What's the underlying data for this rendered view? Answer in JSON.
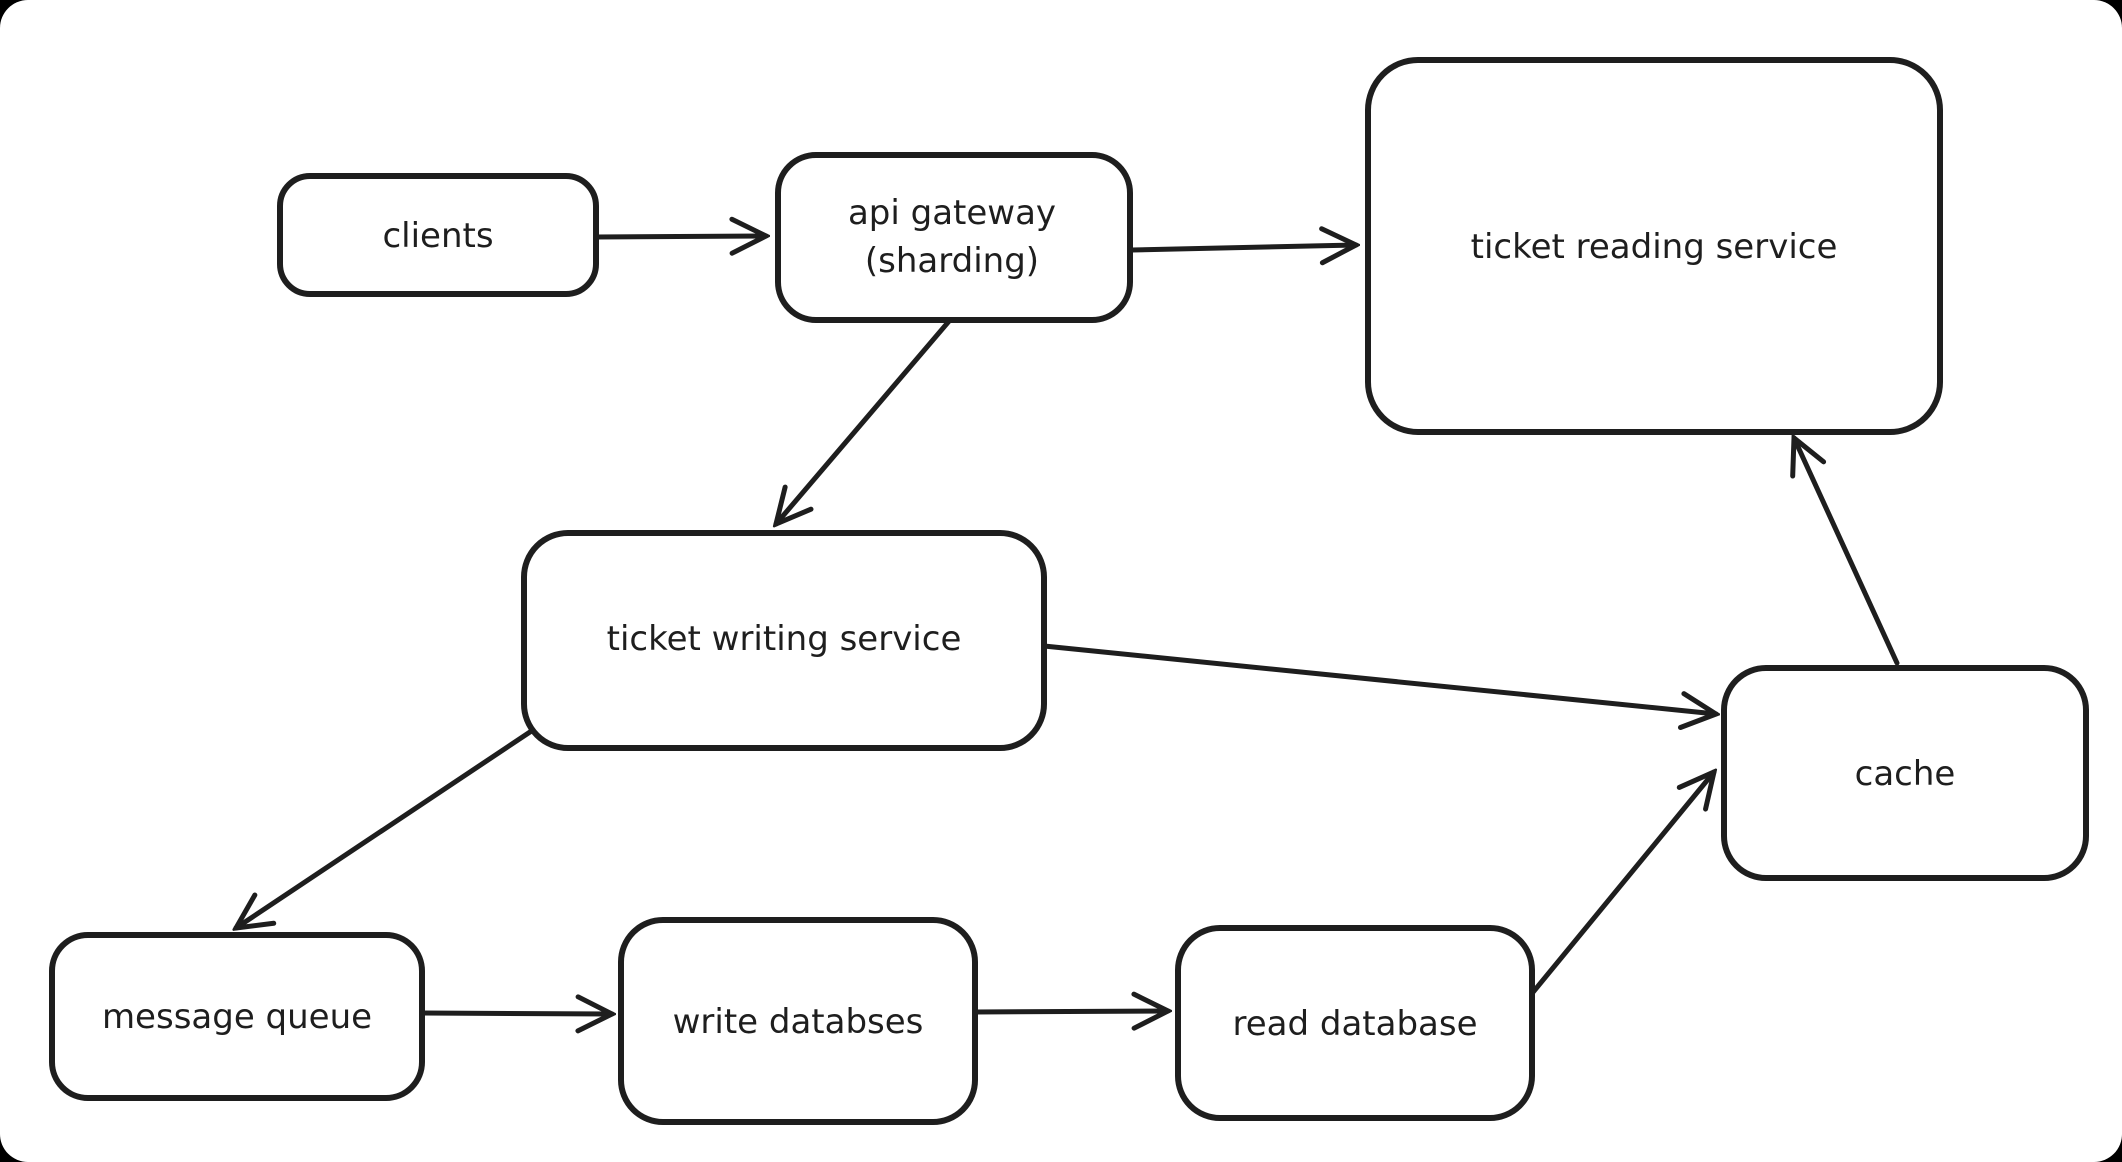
{
  "canvas": {
    "background": "#ffffff",
    "outer_background": "#000000",
    "stroke_color": "#1e1e1e",
    "style": "hand-drawn-whiteboard"
  },
  "diagram": {
    "nodes": [
      {
        "id": "clients",
        "label": "clients"
      },
      {
        "id": "api-gateway",
        "label": "api gateway (sharding)",
        "lines": [
          "api gateway",
          "(sharding)"
        ]
      },
      {
        "id": "ticket-reading-service",
        "label": "ticket reading service"
      },
      {
        "id": "ticket-writing-service",
        "label": "ticket writing service"
      },
      {
        "id": "cache",
        "label": "cache"
      },
      {
        "id": "message-queue",
        "label": "message queue"
      },
      {
        "id": "write-databses",
        "label": "write databses"
      },
      {
        "id": "read-database",
        "label": "read database"
      }
    ],
    "edges": [
      {
        "from": "clients",
        "to": "api gateway (sharding)"
      },
      {
        "from": "api gateway (sharding)",
        "to": "ticket reading service"
      },
      {
        "from": "api gateway (sharding)",
        "to": "ticket writing service"
      },
      {
        "from": "ticket writing service",
        "to": "cache"
      },
      {
        "from": "ticket writing service",
        "to": "message queue"
      },
      {
        "from": "message queue",
        "to": "write databses"
      },
      {
        "from": "write databses",
        "to": "read database"
      },
      {
        "from": "read database",
        "to": "cache"
      },
      {
        "from": "cache",
        "to": "ticket reading service"
      }
    ]
  }
}
